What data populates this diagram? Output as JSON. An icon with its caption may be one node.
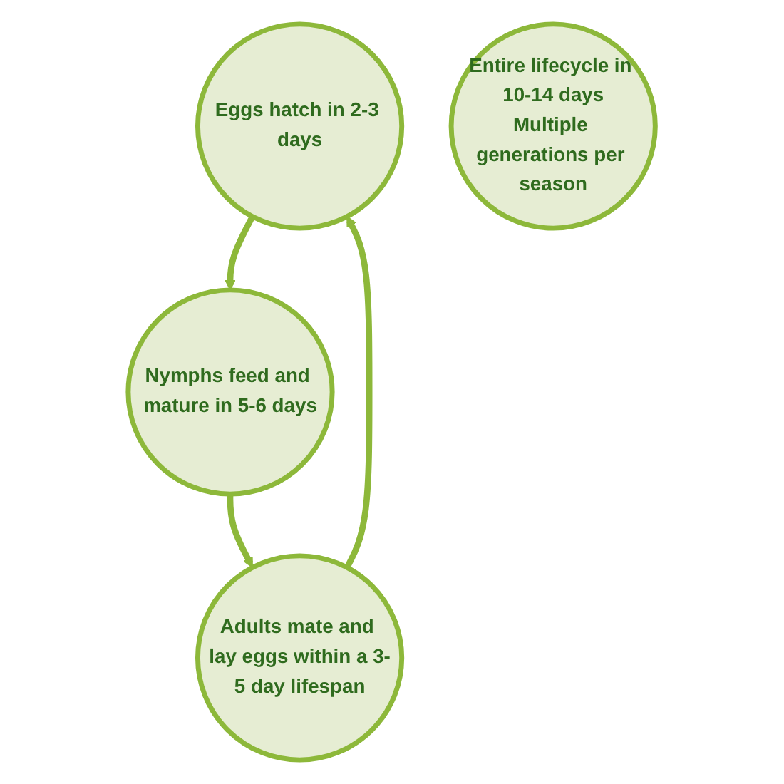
{
  "diagram": {
    "nodes": [
      {
        "text": [
          "Eggs hatch in 2-3 days"
        ]
      },
      {
        "text": [
          "Nymphs feed and mature in 5-6 days"
        ]
      },
      {
        "text": [
          "Adults mate and lay eggs within a 3-5 day lifespan"
        ]
      },
      {
        "text": [
          "Entire lifecycle in 10-14 days",
          "Multiple generations per season"
        ]
      }
    ],
    "edges": [
      {
        "from": 0,
        "to": 1,
        "arrow": "to"
      },
      {
        "from": 1,
        "to": 2,
        "arrow": "to"
      },
      {
        "from": 2,
        "to": 0,
        "arrow": "to"
      }
    ]
  }
}
